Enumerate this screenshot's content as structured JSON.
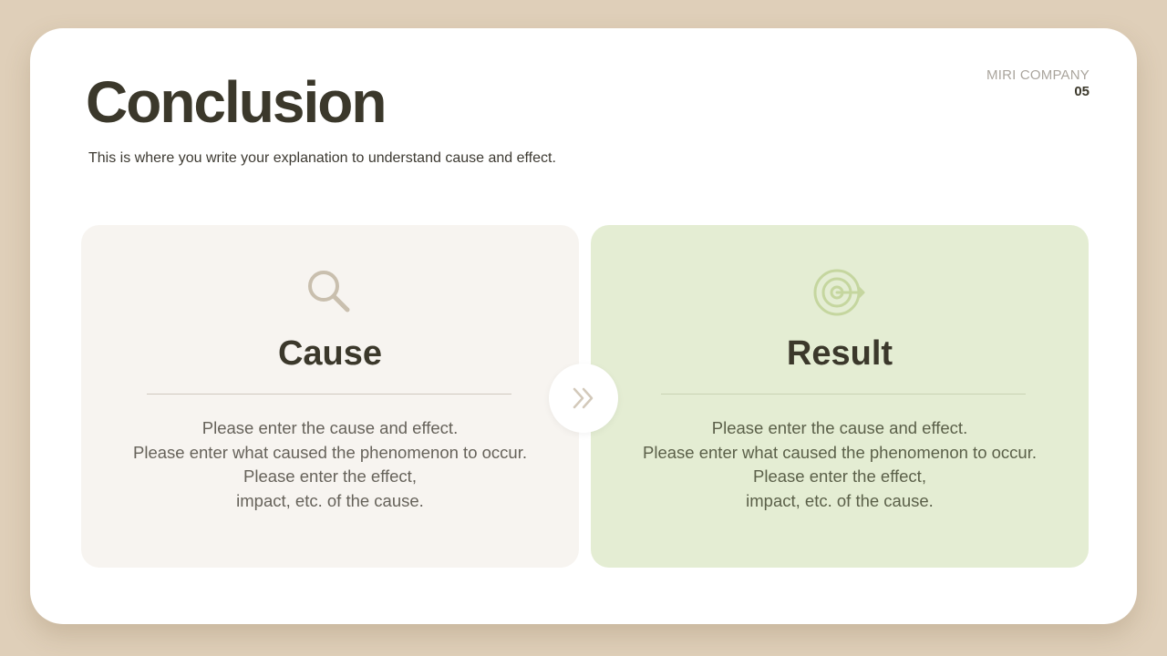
{
  "slide": {
    "title": "Conclusion",
    "subtitle": "This is where you write your explanation to understand cause and effect.",
    "company": "MIRI COMPANY",
    "page_number": "05"
  },
  "cause": {
    "icon": "magnifier-icon",
    "title": "Cause",
    "lines": [
      "Please enter the cause and effect.",
      "Please enter what caused the phenomenon to occur.",
      "Please enter the effect,",
      "impact, etc. of the cause."
    ],
    "background_color": "#f7f4f0"
  },
  "connector": {
    "icon": "double-chevron-right-icon"
  },
  "result": {
    "icon": "target-arrow-icon",
    "title": "Result",
    "lines": [
      "Please enter the cause and effect.",
      "Please enter what caused the phenomenon to occur.",
      "Please enter the effect,",
      "impact, etc. of the cause."
    ],
    "background_color": "#e4edd3"
  },
  "colors": {
    "page_background": "#dfcfb9",
    "title_text": "#3b382b",
    "accent_green": "#c5d69f",
    "accent_beige": "#c9bfae"
  }
}
